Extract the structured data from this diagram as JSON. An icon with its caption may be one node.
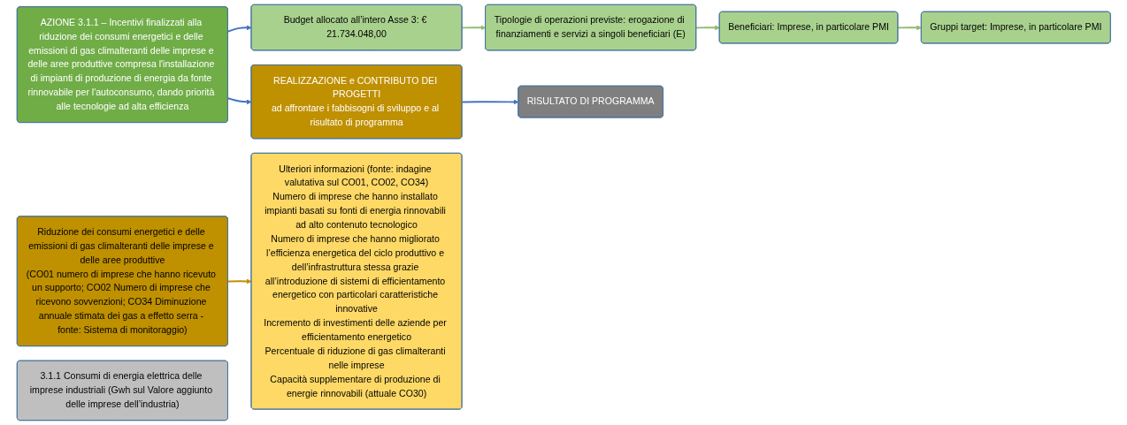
{
  "diagram": {
    "nodes": [
      {
        "text": [
          "Tipologie di operazioni previste: erogazione di finanziamenti e servizi a singoli beneficiari (E)"
        ]
      },
      {
        "text": [
          "Budget allocato all’intero Asse 3: € 21.734.048,00"
        ]
      },
      {
        "text": [
          "Beneficiari: Imprese, in particolare PMI"
        ]
      },
      {
        "text": [
          "Gruppi target: Imprese, in particolare PMI"
        ]
      },
      {
        "text": [
          "AZIONE 3.1.1 – Incentivi finalizzati alla riduzione dei consumi energetici e delle emissioni di gas climalteranti delle imprese e delle aree produttive compresa l'installazione di impianti di produzione di energia da fonte rinnovabile per l'autoconsumo, dando priorità alle tecnologie ad alta efficienza"
        ]
      },
      {
        "text": [
          "Riduzione dei consumi energetici e delle emissioni di gas climalteranti delle imprese e delle aree produttive",
          "(CO01 numero di imprese che hanno ricevuto un supporto; CO02 Numero di imprese che ricevono sovvenzioni; CO34 Diminuzione annuale stimata dei gas a effetto serra - fonte: Sistema di monitoraggio)"
        ]
      },
      {
        "text": [
          "Ulteriori informazioni (fonte: indagine valutativa sul CO01, CO02, CO34)",
          "Numero di imprese che hanno installato impianti basati su fonti di energia rinnovabili ad alto contenuto tecnologico",
          "Numero di imprese che hanno migliorato l’efficienza energetica del ciclo produttivo e dell’infrastruttura stessa grazie all’introduzione di sistemi di efficientamento energetico con particolari caratteristiche innovative",
          "Incremento di investimenti delle aziende per efficientamento energetico",
          "Percentuale di riduzione di gas climalteranti nelle imprese",
          "Capacità supplementare di produzione di energie rinnovabili (attuale CO30)"
        ]
      },
      {
        "text": [
          "REALIZZAZIONE e CONTRIBUTO DEI PROGETTI",
          "ad affrontare i fabbisogni di sviluppo e al risultato di programma"
        ]
      },
      {
        "text": [
          "3.1.1 Consumi di energia elettrica delle imprese industriali (Gwh sul Valore aggiunto delle imprese dell’industria)"
        ]
      },
      {
        "text": [
          "RISULTATO DI PROGRAMMA"
        ]
      }
    ],
    "edges": [
      {
        "from": 1,
        "to": 0,
        "arrow": "to"
      },
      {
        "from": 0,
        "to": 2,
        "arrow": "to"
      },
      {
        "from": 2,
        "to": 3,
        "arrow": "to"
      },
      {
        "from": 4,
        "to": 1,
        "arrow": "to",
        "color": "#4472c4"
      },
      {
        "from": 4,
        "to": 7,
        "arrow": "to",
        "color": "#4472c4"
      },
      {
        "from": 5,
        "to": 6,
        "arrow": "to",
        "color": "#bf9000"
      },
      {
        "from": 7,
        "to": 9,
        "arrow": "to",
        "color": "#4472c4"
      }
    ]
  }
}
